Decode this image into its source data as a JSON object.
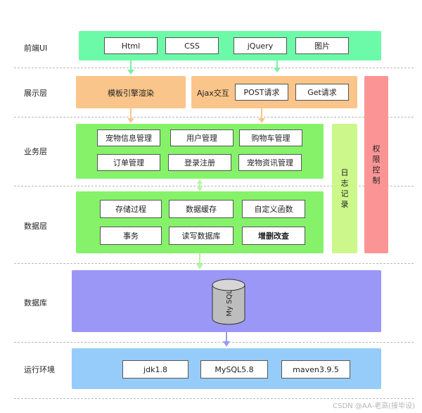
{
  "layers": {
    "frontend": "前端UI",
    "presentation": "展示层",
    "business": "业务层",
    "data": "数据层",
    "database": "数据库",
    "runtime": "运行环境"
  },
  "frontend_items": [
    "Html",
    "CSS",
    "jQuery",
    "图片"
  ],
  "presentation": {
    "template": "模板引擎渲染",
    "ajax_label": "Ajax交互",
    "ajax_items": [
      "POST请求",
      "Get请求"
    ]
  },
  "business_items": [
    "宠物信息管理",
    "用户管理",
    "购物车管理",
    "订单管理",
    "登录注册",
    "宠物资讯管理"
  ],
  "data_items": [
    "存储过程",
    "数据缓存",
    "自定义函数",
    "事务",
    "读写数据库",
    "增删改查"
  ],
  "database": {
    "name": "My SQL"
  },
  "runtime_items": [
    "jdk1.8",
    "MySQL5.8",
    "maven3.9.5"
  ],
  "side": {
    "log": "日志记录",
    "permission": "权限控制"
  },
  "watermark": "CSDN @AA-老高(接毕设)",
  "colors": {
    "frontend": "#6dfaa8",
    "presentation": "#fac58a",
    "business": "#86f26a",
    "log": "#ccf78a",
    "permission": "#fb9595",
    "database": "#9b97f7",
    "runtime": "#96ccfa"
  }
}
